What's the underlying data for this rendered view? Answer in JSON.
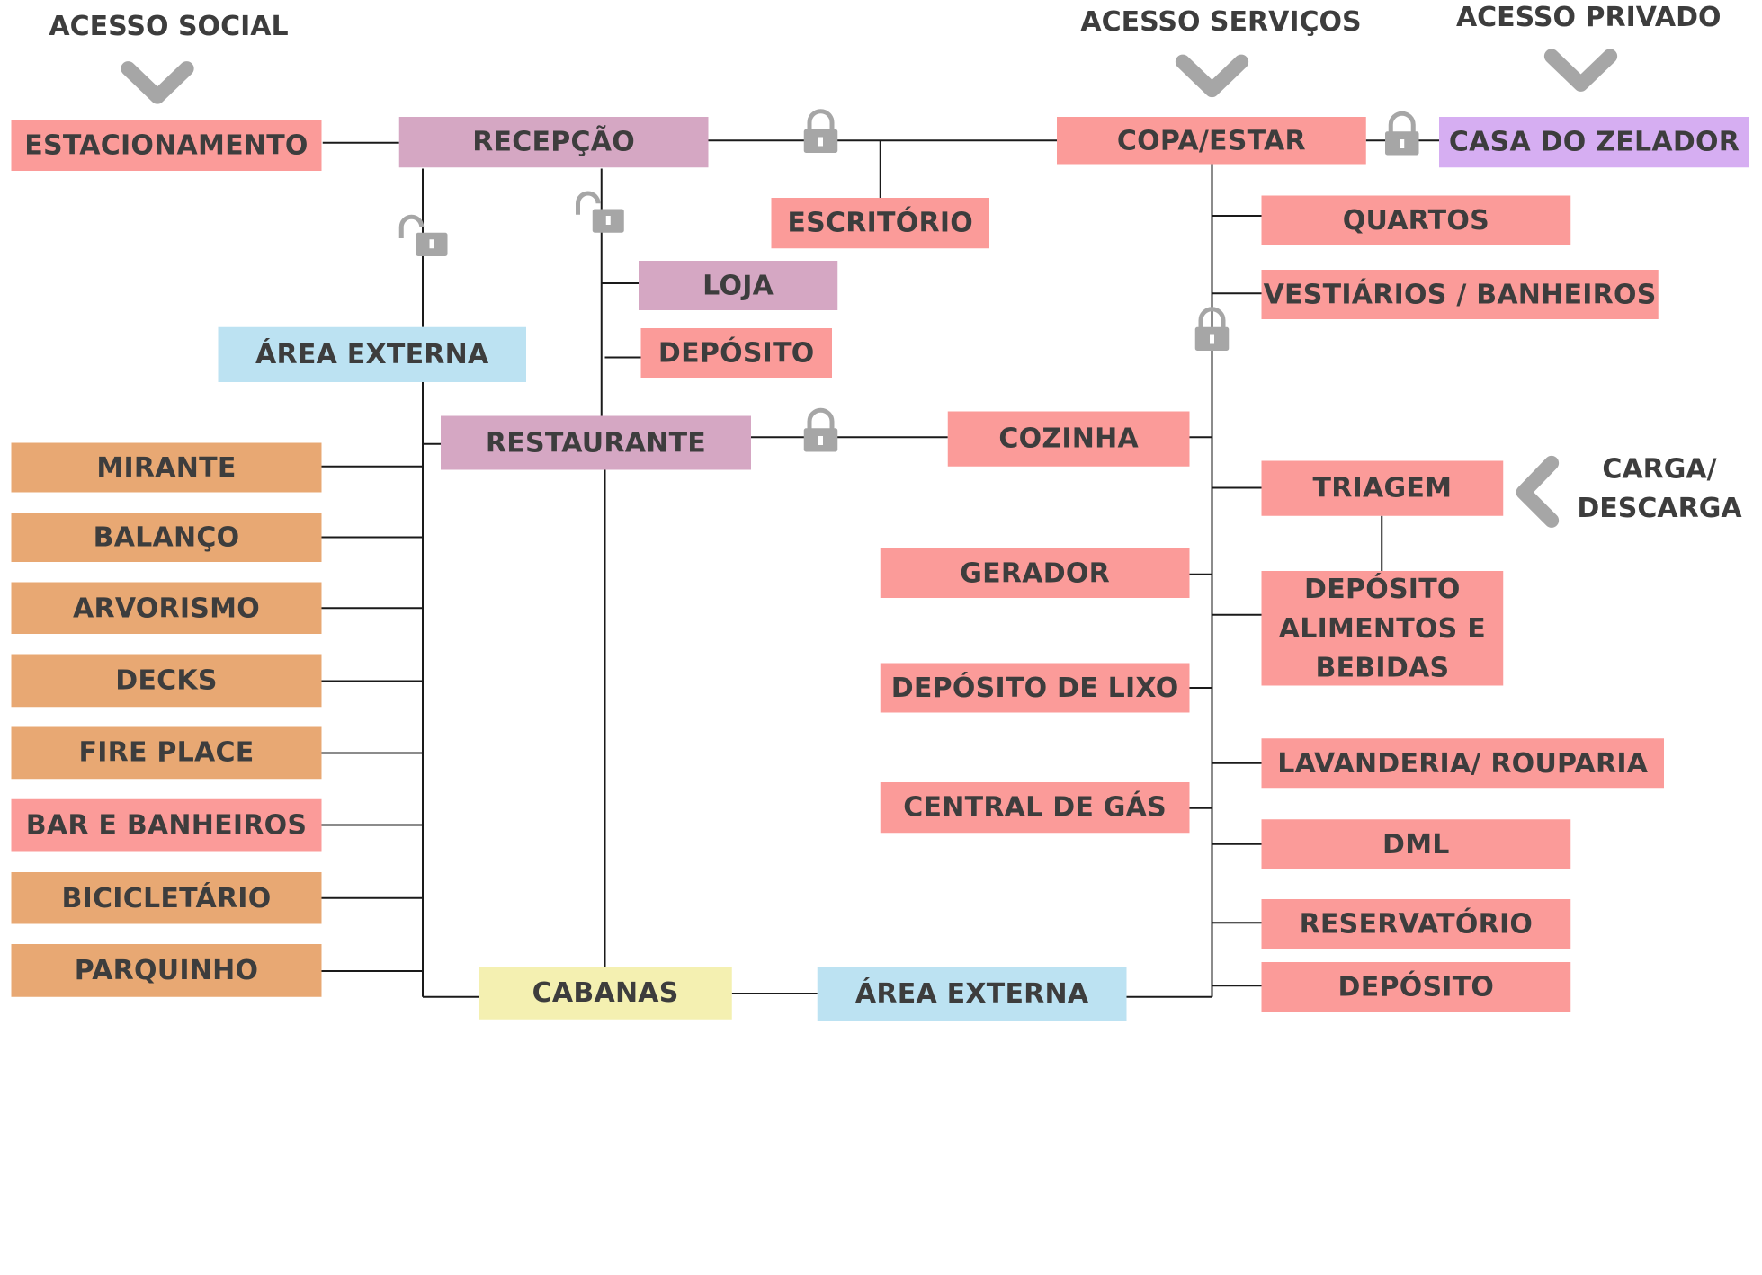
{
  "colors": {
    "line": "#1a1a1a",
    "icon": "#a6a6a6",
    "text": "#3d3d3d",
    "service_pink": "#fb9b99",
    "social_mauve": "#d5a7c3",
    "external_blue": "#bce2f2",
    "leisure_orange": "#e8a873",
    "private_lilac": "#d6aef2",
    "cabins_yellow": "#f4f0b1"
  },
  "access": {
    "social": "ACESSO SOCIAL",
    "servicos": "ACESSO SERVIÇOS",
    "privado": "ACESSO PRIVADO",
    "carga_line1": "CARGA/",
    "carga_line2": "DESCARGA"
  },
  "nodes": {
    "estacionamento": "ESTACIONAMENTO",
    "recepcao": "RECEPÇÃO",
    "escritorio": "ESCRITÓRIO",
    "copa_estar": "COPA/ESTAR",
    "casa_zelador": "CASA DO ZELADOR",
    "quartos": "QUARTOS",
    "vestiarios": "VESTIÁRIOS / BANHEIROS",
    "loja": "LOJA",
    "deposito_loja": "DEPÓSITO",
    "area_externa_1": "ÁREA EXTERNA",
    "restaurante": "RESTAURANTE",
    "cozinha": "COZINHA",
    "triagem": "TRIAGEM",
    "dep_alimentos_1": "DEPÓSITO",
    "dep_alimentos_2": "ALIMENTOS E",
    "dep_alimentos_3": "BEBIDAS",
    "gerador": "GERADOR",
    "deposito_lixo": "DEPÓSITO DE LIXO",
    "central_gas": "CENTRAL DE GÁS",
    "lavanderia": "LAVANDERIA/ ROUPARIA",
    "dml": "DML",
    "reservatorio": "RESERVATÓRIO",
    "deposito_final": "DEPÓSITO",
    "cabanas": "CABANAS",
    "area_externa_2": "ÁREA EXTERNA"
  },
  "leisure": [
    "MIRANTE",
    "BALANÇO",
    "ARVORISMO",
    "DECKS",
    "FIRE PLACE",
    "BAR E BANHEIROS",
    "BICICLETÁRIO",
    "PARQUINHO"
  ],
  "icons": {
    "chevron": "chevron-down-icon",
    "chevron_left": "chevron-left-icon",
    "locked": "padlock-locked-icon",
    "unlocked": "padlock-unlocked-icon"
  }
}
